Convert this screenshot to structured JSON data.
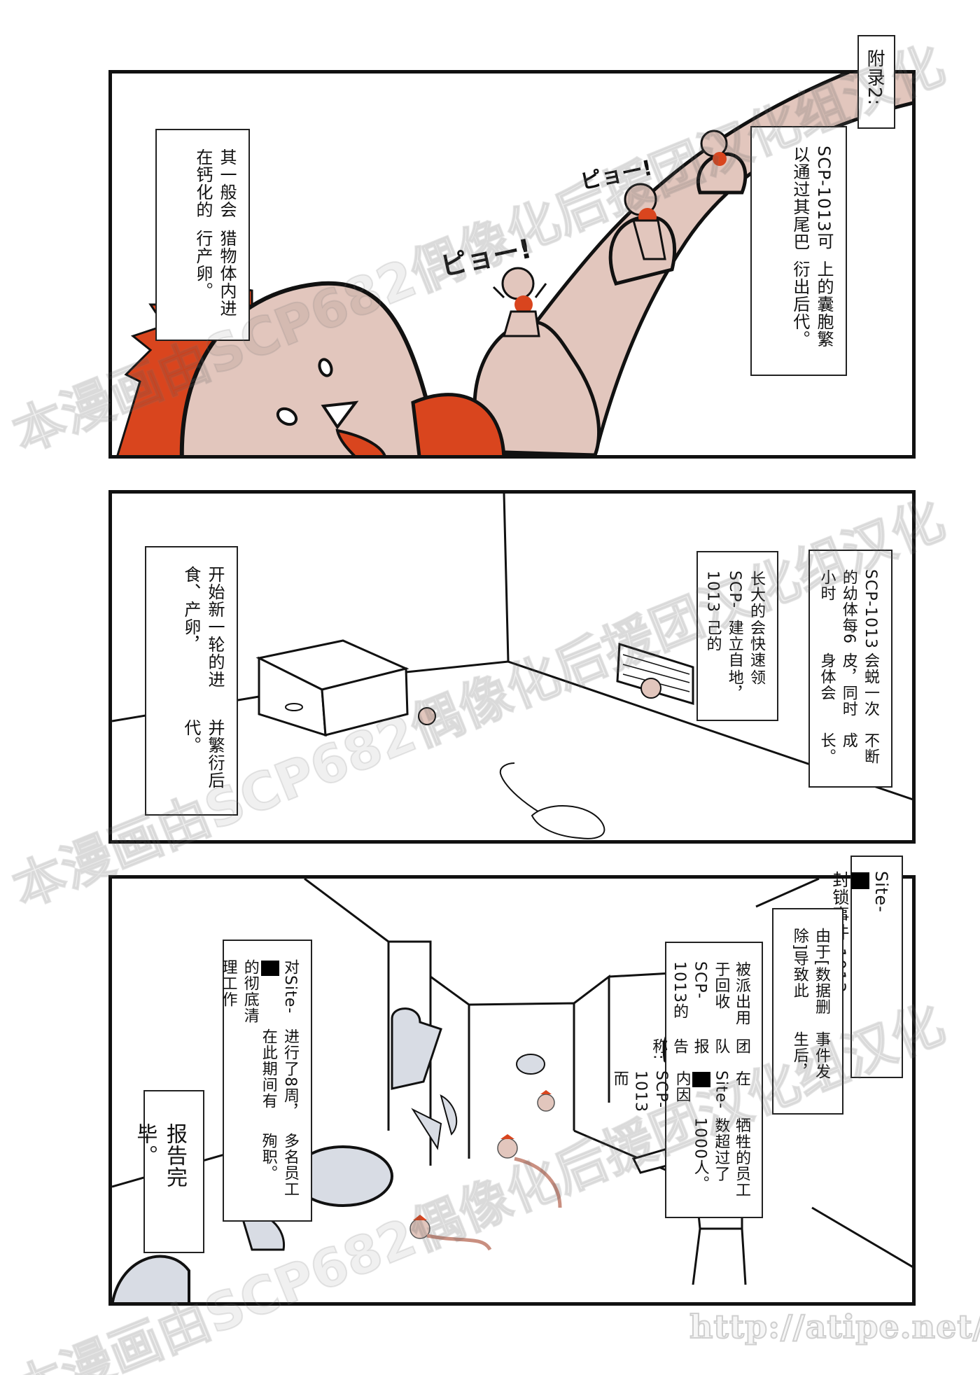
{
  "page": {
    "appendix_label": "附录2:",
    "colors": {
      "creature_skin": "#E2C6BD",
      "creature_red": "#D9451E",
      "panel_border": "#111111",
      "debris_gray": "#D8DCE4"
    }
  },
  "panel1": {
    "caption_right": [
      "SCP-1013可以通过其尾巴",
      "上的囊胞繁衍出后代。"
    ],
    "caption_left": [
      "其一般会在钙化的",
      "猎物体内进行产卵。"
    ],
    "sfx": [
      "ピョー!",
      "ピョー!"
    ]
  },
  "panel2": {
    "caption_right": [
      "SCP-1013的幼体每6小时",
      "会蜕一次皮，同时身体会",
      "不断成长。"
    ],
    "caption_middle": [
      "长大的SCP-1013",
      "会快速建立自己的",
      "领地，"
    ],
    "caption_left": [
      "开始新一轮的进食、产卵，",
      "并繁衍后代。"
    ]
  },
  "panel3": {
    "title_label": {
      "prefix": "Site-",
      "suffix": "封锁事件-1013"
    },
    "caption_a": [
      "由于[数据删除]导致此",
      "事件发生后，"
    ],
    "caption_b": {
      "line1": "被派出用于回收SCP-1013的",
      "line2": "团队报告称:",
      "line3_prefix": "在Site-",
      "line3_suffix": "内因SCP-1013而",
      "line4": "牺牲的员工数超过了1000人。"
    },
    "caption_c": {
      "line1_prefix": "对Site-",
      "line1_suffix": "的彻底清理工作",
      "line2": "进行了8周，在此期间有",
      "line3": "多名员工殉职。"
    },
    "caption_end": "报告完毕。"
  },
  "watermarks": {
    "diagonal": "本漫画由SCP682偶像化后援团汉化组汉化",
    "site": "http://atipe.net/"
  }
}
